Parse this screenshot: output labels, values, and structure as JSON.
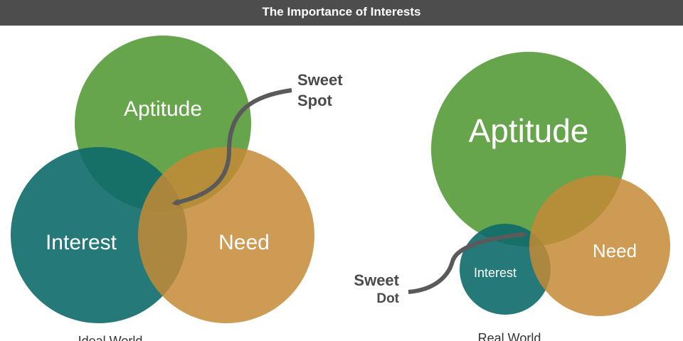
{
  "header": {
    "title": "The Importance of Interests"
  },
  "ideal": {
    "caption": "Ideal World",
    "aptitude": "Aptitude",
    "interest": "Interest",
    "need": "Need",
    "callout_line1": "Sweet",
    "callout_line2": "Spot"
  },
  "real": {
    "caption": "Real World",
    "aptitude": "Aptitude",
    "interest": "Interest",
    "need": "Need",
    "callout_line1": "Sweet",
    "callout_line2": "Dot"
  },
  "colors": {
    "aptitude": "#5fa043",
    "interest": "#16706c",
    "need": "#c99445",
    "arrow": "#5a5a5a",
    "header_bg": "#4d4d4d"
  }
}
